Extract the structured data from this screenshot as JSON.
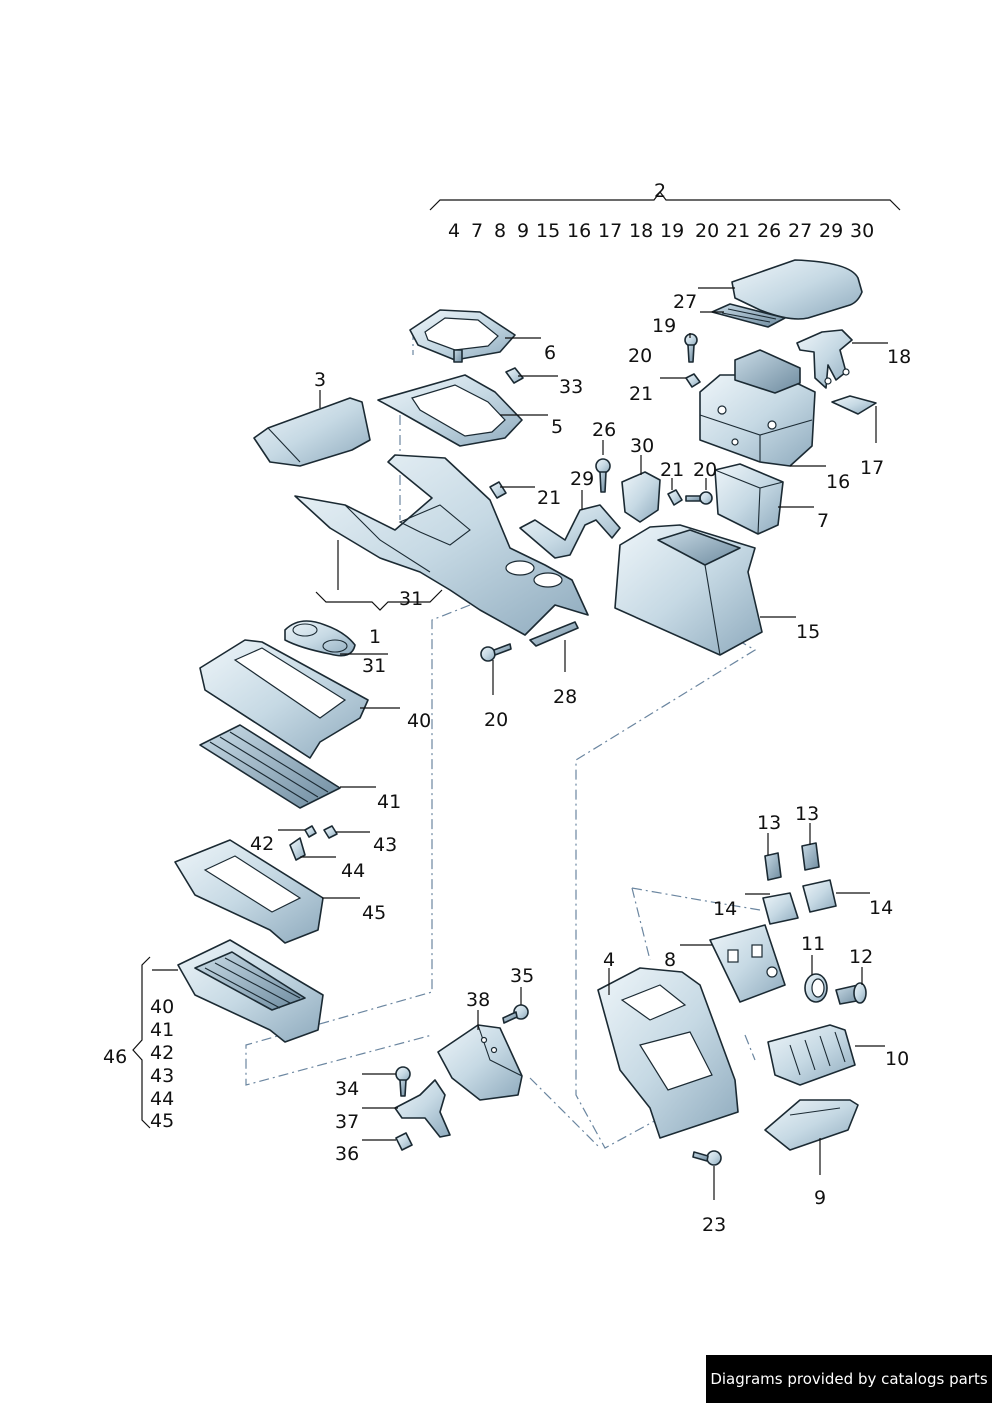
{
  "header": {
    "group_number": "2",
    "group_members": [
      "4",
      "7",
      "8",
      "9",
      "15",
      "16",
      "17",
      "18",
      "19",
      "20",
      "21",
      "26",
      "27",
      "29",
      "30"
    ]
  },
  "callouts": [
    "1",
    "3",
    "4",
    "5",
    "6",
    "7",
    "8",
    "9",
    "10",
    "11",
    "12",
    "13",
    "13",
    "14",
    "14",
    "15",
    "16",
    "17",
    "18",
    "19",
    "20",
    "20",
    "20",
    "21",
    "21",
    "21",
    "23",
    "26",
    "27",
    "28",
    "29",
    "30",
    "31",
    "31",
    "33",
    "34",
    "35",
    "36",
    "37",
    "38",
    "40",
    "41",
    "42",
    "43",
    "44",
    "45"
  ],
  "group_46": {
    "label": "46",
    "members": [
      "40",
      "41",
      "42",
      "43",
      "44",
      "45"
    ]
  },
  "footer": {
    "credit": "Diagrams provided by catalogs parts"
  },
  "colors": {
    "part_light": "#dbe8ef",
    "part_mid": "#b3c9d6",
    "part_dark": "#7f9bae",
    "outline": "#1b2a33",
    "dashed_line": "#6b86a0"
  }
}
